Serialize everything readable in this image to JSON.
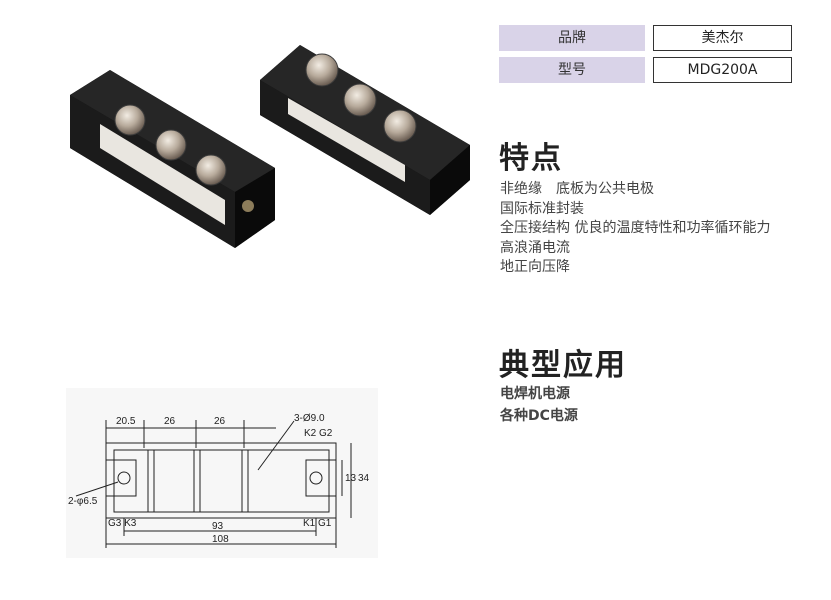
{
  "specs": [
    {
      "label": "品牌",
      "value": "美杰尔"
    },
    {
      "label": "型号",
      "value": "MDG200A"
    }
  ],
  "features": {
    "title": "特点",
    "items": [
      "非绝缘　底板为公共电极",
      "国际标准封装",
      "全压接结构  优良的温度特性和功率循环能力",
      "高浪涌电流",
      "地正向压降"
    ]
  },
  "applications": {
    "title": "典型应用",
    "items": [
      "电焊机电源",
      "各种DC电源"
    ]
  },
  "drawing": {
    "dim_20_5": "20.5",
    "dim_26_a": "26",
    "dim_26_b": "26",
    "dim_hole": "3-Ø9.0",
    "dim_mount": "2-φ6.5",
    "dim_13": "13",
    "dim_34": "34",
    "dim_93": "93",
    "dim_108": "108",
    "pin_k2g2": "K2 G2",
    "pin_g3k3": "G3 K3",
    "pin_k1g1": "K1 G1"
  }
}
